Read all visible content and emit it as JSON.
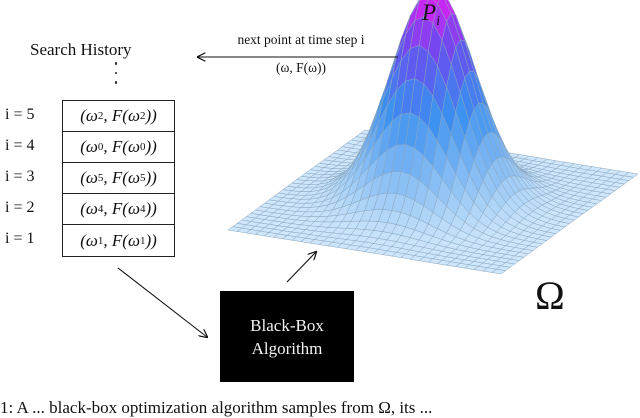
{
  "history": {
    "title": "Search History",
    "rows": [
      {
        "label": "i = 5",
        "omega": "ω",
        "sub": "2",
        "F": "F"
      },
      {
        "label": "i = 4",
        "omega": "ω",
        "sub": "0",
        "F": "F"
      },
      {
        "label": "i = 3",
        "omega": "ω",
        "sub": "5",
        "F": "F"
      },
      {
        "label": "i = 2",
        "omega": "ω",
        "sub": "4",
        "F": "F"
      },
      {
        "label": "i = 1",
        "omega": "ω",
        "sub": "1",
        "F": "F"
      }
    ]
  },
  "arrow_top": {
    "label": "next point at time step i",
    "sublabel": "(ω, F(ω))"
  },
  "surface": {
    "peak_label": "P",
    "peak_sub": "i",
    "domain_label": "Ω",
    "colors": {
      "flat": "#cfe6fb",
      "low": "#9ccaf5",
      "mid": "#3a8ff0",
      "high": "#6a4cf0",
      "peak": "#e21cf4",
      "grid": "#8aa6bf"
    }
  },
  "blackbox": {
    "line1": "Black-Box",
    "line2": "Algorithm"
  },
  "caption": {
    "text": "1: A ... black-box optimization algorithm samples from Ω, its ..."
  }
}
